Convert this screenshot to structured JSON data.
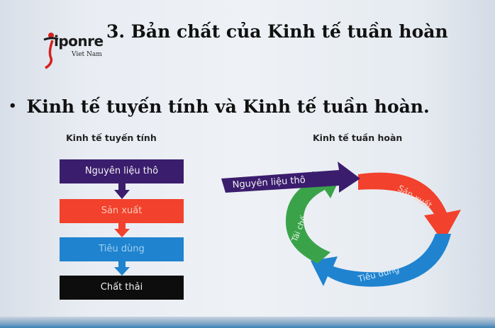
{
  "slide": {
    "logo_text": "iponre",
    "logo_subtext": "Viet Nam",
    "title": "3. Bản chất của Kinh tế tuần hoàn",
    "bullet": "Kinh tế tuyến tính và Kinh tế tuần hoàn."
  },
  "linear": {
    "heading": "Kinh tế tuyến tính",
    "steps": [
      "Nguyên liệu thô",
      "Sản xuất",
      "Tiêu dùng",
      "Chất thải"
    ]
  },
  "circular": {
    "heading": "Kinh tế tuần hoàn",
    "input_label": "Nguyên liệu thô",
    "segments": [
      "Sản xuất",
      "Tiêu dùng",
      "Tái chế"
    ]
  },
  "colors": {
    "purple": "#3b1d6e",
    "red": "#f2412c",
    "blue": "#1f83cf",
    "green": "#3aa34a",
    "black": "#0d0d0d"
  }
}
